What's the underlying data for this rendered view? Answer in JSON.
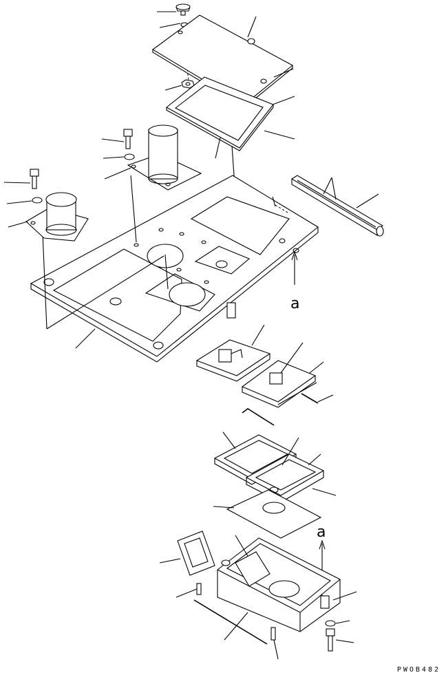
{
  "diagram": {
    "view_labels": [
      "a",
      "a"
    ],
    "drawing_code": "PWOB482"
  }
}
